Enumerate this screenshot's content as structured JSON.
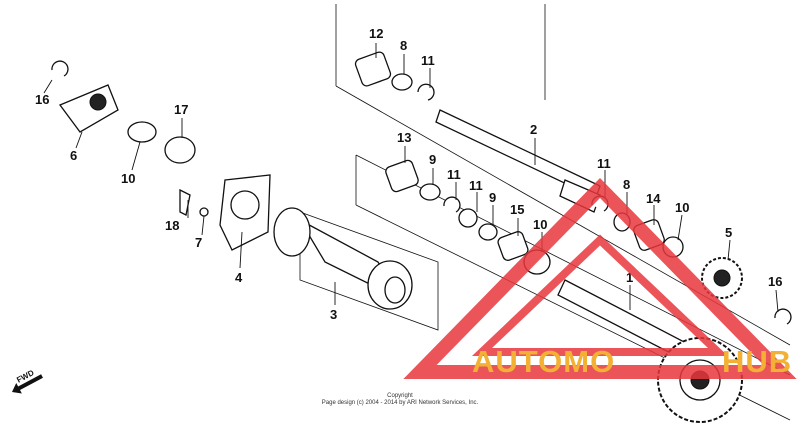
{
  "callouts": [
    {
      "id": "c12",
      "label": "12"
    },
    {
      "id": "c8a",
      "label": "8"
    },
    {
      "id": "c11a",
      "label": "11"
    },
    {
      "id": "c16a",
      "label": "16"
    },
    {
      "id": "c6",
      "label": "6"
    },
    {
      "id": "c17",
      "label": "17"
    },
    {
      "id": "c10a",
      "label": "10"
    },
    {
      "id": "c2",
      "label": "2"
    },
    {
      "id": "c13",
      "label": "13"
    },
    {
      "id": "c9a",
      "label": "9"
    },
    {
      "id": "c11b",
      "label": "11"
    },
    {
      "id": "c11c",
      "label": "11"
    },
    {
      "id": "c9b",
      "label": "9"
    },
    {
      "id": "c15",
      "label": "15"
    },
    {
      "id": "c10b",
      "label": "10"
    },
    {
      "id": "c11d",
      "label": "11"
    },
    {
      "id": "c8b",
      "label": "8"
    },
    {
      "id": "c14",
      "label": "14"
    },
    {
      "id": "c10c",
      "label": "10"
    },
    {
      "id": "c5",
      "label": "5"
    },
    {
      "id": "c18",
      "label": "18"
    },
    {
      "id": "c7",
      "label": "7"
    },
    {
      "id": "c4",
      "label": "4"
    },
    {
      "id": "c3",
      "label": "3"
    },
    {
      "id": "c1",
      "label": "1"
    },
    {
      "id": "c16b",
      "label": "16"
    }
  ],
  "fwd_label": "FWD",
  "copyright": {
    "line1": "Copyright",
    "line2": "Page design (c) 2004 - 2014 by ARI Network Services, Inc."
  },
  "watermark": {
    "text_left": "AUTOMO",
    "text_right": "HUB",
    "colors": {
      "triangle": "#e8373d",
      "text": "#f2b134"
    }
  }
}
